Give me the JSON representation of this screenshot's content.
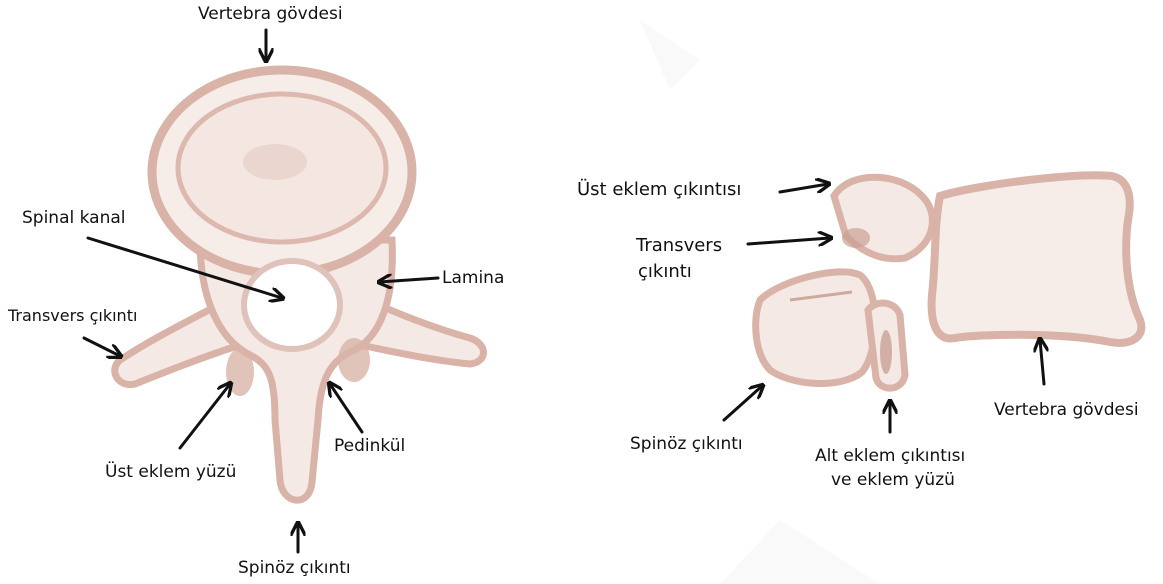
{
  "top_view": {
    "labels": {
      "vertebral_body": "Vertebra gövdesi",
      "spinal_canal": "Spinal kanal",
      "lamina": "Lamina",
      "transverse_process": "Transvers çıkıntı",
      "pedicle": "Pedinkül",
      "superior_articular_facet": "Üst eklem yüzü",
      "spinous_process": "Spinöz çıkıntı"
    }
  },
  "side_view": {
    "labels": {
      "superior_articular_process": "Üst eklem çıkıntısı",
      "transverse_process_line1": "Transvers",
      "transverse_process_line2": "çıkıntı",
      "spinous_process": "Spinöz çıkıntı",
      "inferior_articular_line1": "Alt eklem çıkıntısı",
      "inferior_articular_line2": "ve eklem yüzü",
      "vertebral_body": "Vertebra gövdesi"
    }
  },
  "colors": {
    "bone_fill": "#f4e9e4",
    "bone_outline": "#d9b3a8",
    "shadow": "#c9a095",
    "arrow": "#111111"
  }
}
